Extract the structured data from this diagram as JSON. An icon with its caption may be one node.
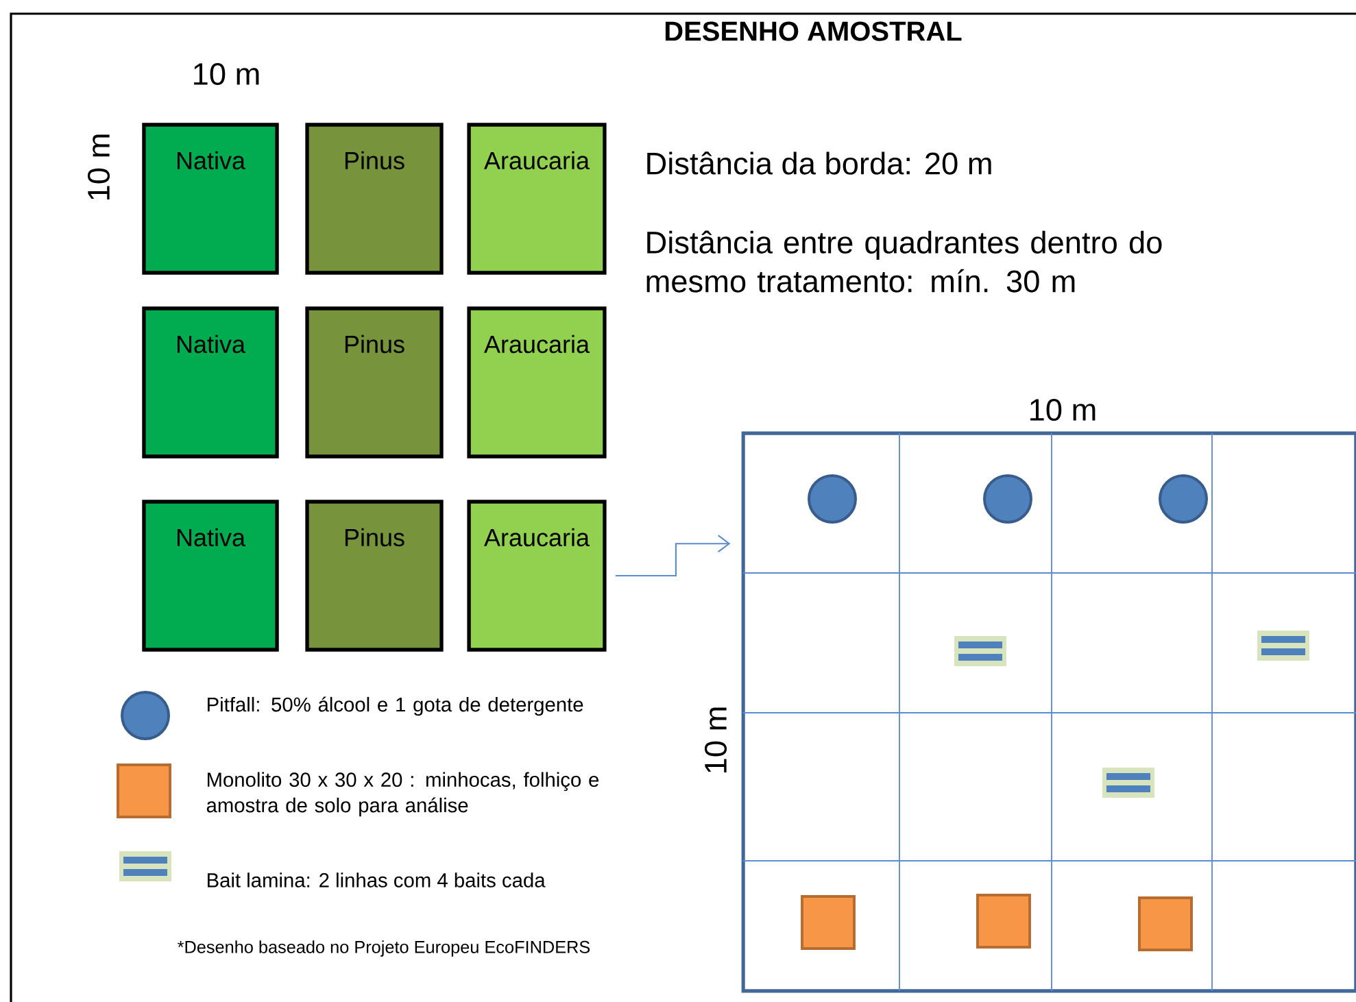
{
  "diagram": {
    "title": "DESENHO AMOSTRAL",
    "nodes": [
      {
        "text": [
          "Nativa"
        ]
      },
      {
        "text": [
          "Pinus"
        ]
      },
      {
        "text": [
          "Araucaria"
        ]
      },
      {
        "text": [
          "Nativa"
        ]
      },
      {
        "text": [
          "Pinus"
        ]
      },
      {
        "text": [
          "Araucaria"
        ]
      },
      {
        "text": [
          "Nativa"
        ]
      },
      {
        "text": [
          "Pinus"
        ]
      },
      {
        "text": [
          "Araucaria"
        ]
      },
      {
        "text": [],
        "shape": "box"
      }
    ],
    "edges": [
      {
        "from": 8,
        "to": 9,
        "arrow": "to"
      }
    ],
    "labels": [
      "10 m",
      "10 m",
      "Distância da borda: 20 m",
      "Distância entre quadrantes dentro do mesmo tratamento: mín. 30 m",
      "10 m",
      "10 m",
      "*Desenho baseado no Projeto Europeu EcoFINDERS"
    ],
    "legend": [
      {
        "text": "Pitfall: 50% álcool e 1 gota de detergente"
      },
      {
        "text": "Monolito 30 x 30 x 20 : minhocas, folhiço e amostra de solo para análise"
      },
      {
        "text": "Bait lamina: 2 linhas com 4 baits cada"
      }
    ]
  }
}
